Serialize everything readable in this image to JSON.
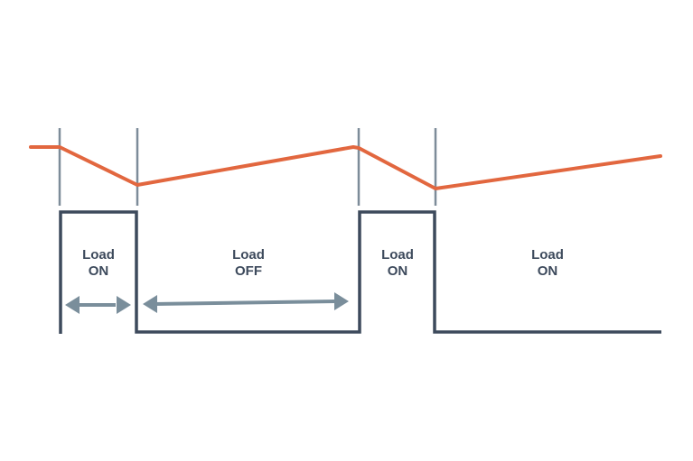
{
  "colors": {
    "background": "#ffffff",
    "signal_curve": "#e2673f",
    "load_square_wave": "#3d4a5c",
    "divider_lines": "#7d8c99",
    "duration_arrows": "#7a8e9b",
    "label_text": "#3d4a5c"
  },
  "labels": [
    {
      "line1": "Load",
      "line2": "ON"
    },
    {
      "line1": "Load",
      "line2": "OFF"
    },
    {
      "line1": "Load",
      "line2": "ON"
    },
    {
      "line1": "Load",
      "line2": "ON"
    }
  ],
  "icons": {
    "duration_arrow": "double-headed-arrow-icon"
  }
}
